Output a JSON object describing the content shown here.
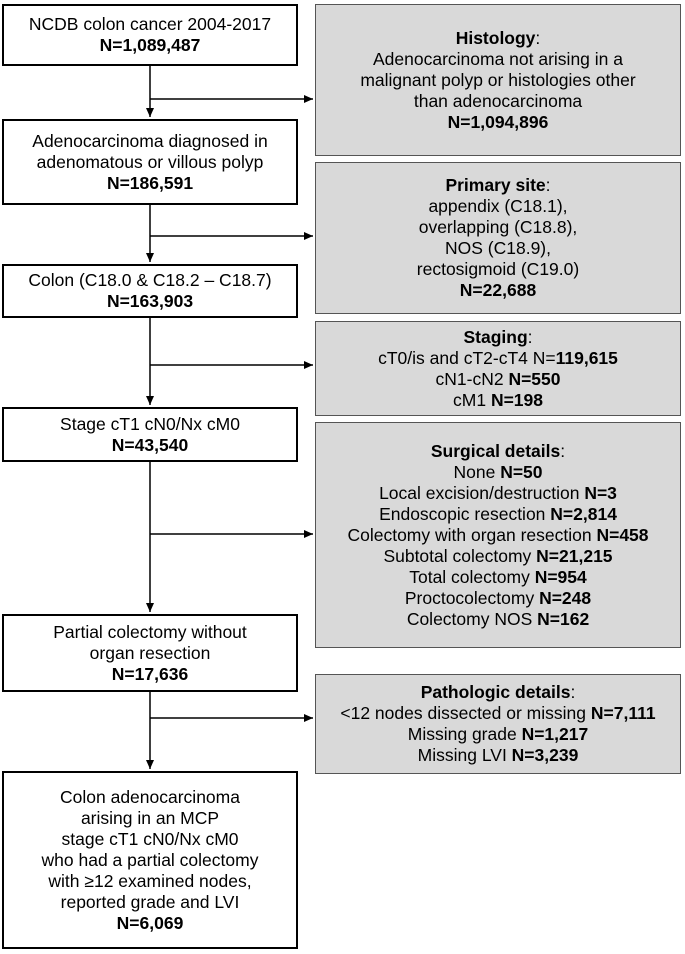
{
  "main_boxes": [
    {
      "lines": [
        "NCDB colon cancer 2004-2017"
      ],
      "n": "N=1,089,487"
    },
    {
      "lines": [
        "Adenocarcinoma diagnosed in",
        "adenomatous or villous polyp"
      ],
      "n": "N=186,591"
    },
    {
      "lines": [
        "Colon (C18.0 & C18.2 – C18.7)"
      ],
      "n": "N=163,903"
    },
    {
      "lines": [
        "Stage cT1 cN0/Nx cM0"
      ],
      "n": "N=43,540"
    },
    {
      "lines": [
        "Partial colectomy without",
        "organ resection"
      ],
      "n": "N=17,636"
    },
    {
      "lines": [
        "Colon adenocarcinoma",
        "arising in an MCP",
        "stage cT1 cN0/Nx cM0",
        "who had a partial colectomy",
        "with ≥12 examined nodes,",
        "reported grade and LVI"
      ],
      "n": "N=6,069"
    }
  ],
  "exclusions": {
    "histology": {
      "title": "Histology",
      "lines": [
        "Adenocarcinoma not arising in a",
        "malignant polyp or histologies other",
        "than adenocarcinoma"
      ],
      "n": "N=1,094,896"
    },
    "primary_site": {
      "title": "Primary site",
      "lines": [
        "appendix (C18.1),",
        "overlapping (C18.8),",
        "NOS (C18.9),",
        "rectosigmoid (C19.0)"
      ],
      "n": "N=22,688"
    },
    "staging": {
      "title": "Staging",
      "items": [
        {
          "label": "cT0/is and cT2-cT4 N=",
          "value": "119,615"
        },
        {
          "label": "cN1-cN2 ",
          "value": "N=550"
        },
        {
          "label": "cM1 ",
          "value": "N=198"
        }
      ]
    },
    "surgical": {
      "title": "Surgical details",
      "items": [
        {
          "label": "None ",
          "value": "N=50"
        },
        {
          "label": "Local excision/destruction ",
          "value": "N=3"
        },
        {
          "label": "Endoscopic resection ",
          "value": "N=2,814"
        },
        {
          "label": "Colectomy with organ resection ",
          "value": "N=458"
        },
        {
          "label": "Subtotal colectomy ",
          "value": "N=21,215"
        },
        {
          "label": "Total colectomy ",
          "value": "N=954"
        },
        {
          "label": "Proctocolectomy ",
          "value": "N=248"
        },
        {
          "label": "Colectomy NOS ",
          "value": "N=162"
        }
      ]
    },
    "pathologic": {
      "title": "Pathologic details",
      "items": [
        {
          "label": "<12 nodes dissected or missing ",
          "value": "N=7,111"
        },
        {
          "label": "Missing grade ",
          "value": "N=1,217"
        },
        {
          "label": "Missing LVI ",
          "value": "N=3,239"
        }
      ]
    }
  }
}
